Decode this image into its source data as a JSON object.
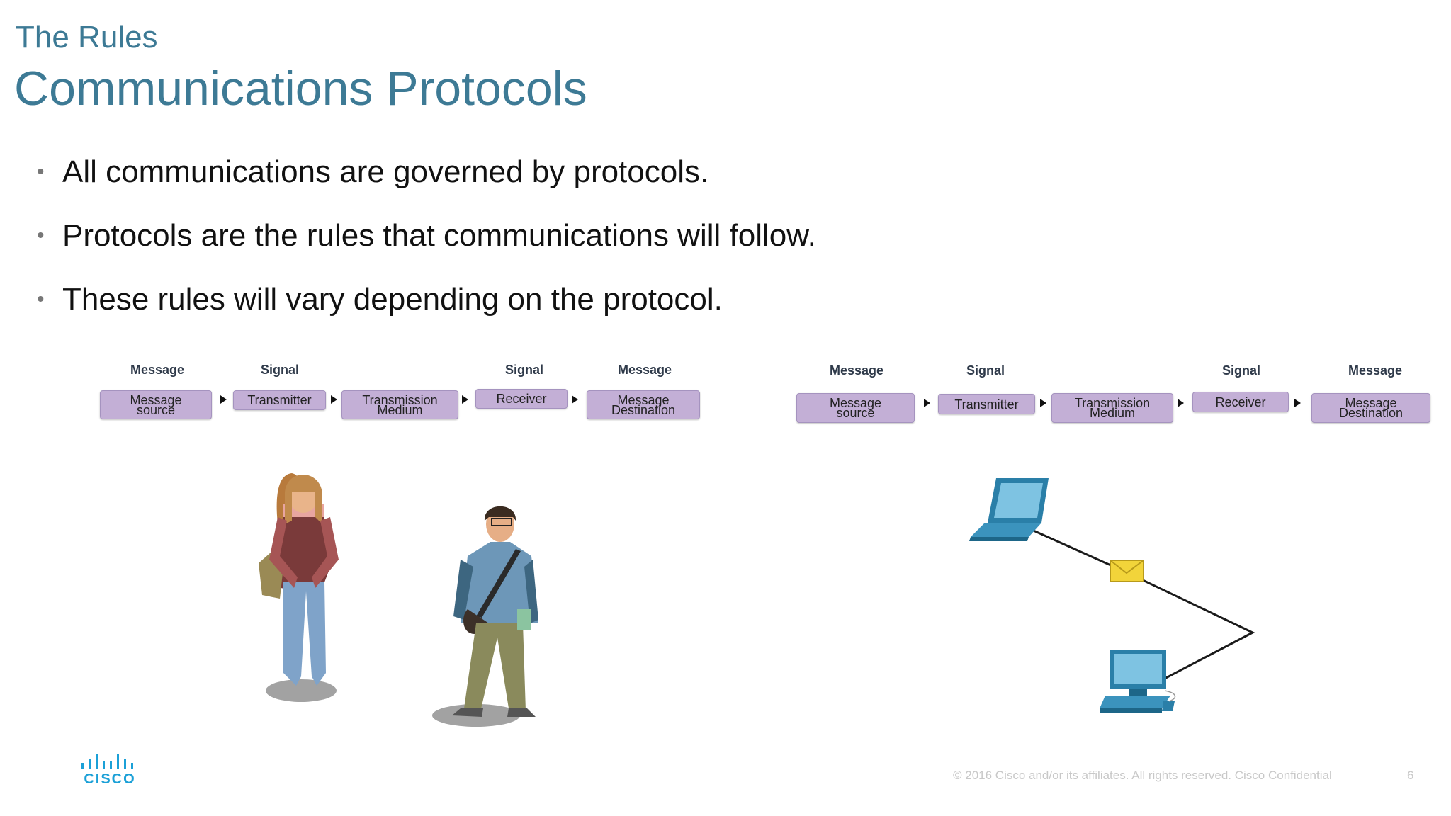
{
  "header": {
    "subtitle": "The Rules",
    "title": "Communications Protocols"
  },
  "bullets": [
    "All communications are governed by protocols.",
    "Protocols are the rules that communications will follow.",
    "These rules will vary depending on the protocol."
  ],
  "diagram_left": {
    "categories": [
      "Message",
      "Signal",
      "Signal",
      "Message"
    ],
    "boxes": [
      "Message\nsource",
      "Transmitter",
      "Transmission\nMedium",
      "Receiver",
      "Message\nDestination"
    ]
  },
  "diagram_right": {
    "categories": [
      "Message",
      "Signal",
      "Signal",
      "Message"
    ],
    "boxes": [
      "Message\nsource",
      "Transmitter",
      "Transmission\nMedium",
      "Receiver",
      "Message\nDestination"
    ]
  },
  "footer": {
    "copyright": "© 2016  Cisco and/or its affiliates. All rights reserved.   Cisco Confidential",
    "page_number": "6"
  },
  "logo": {
    "text": "CISCO",
    "color": "#1ba0d7"
  },
  "icons": [
    "woman-figure-icon",
    "man-figure-icon",
    "laptop-icon",
    "envelope-icon",
    "desktop-computer-icon"
  ],
  "colors": {
    "title": "#3d7a95",
    "box_fill": "#c3afd6",
    "device_blue": "#2a7fa8",
    "envelope": "#f2d43a"
  }
}
